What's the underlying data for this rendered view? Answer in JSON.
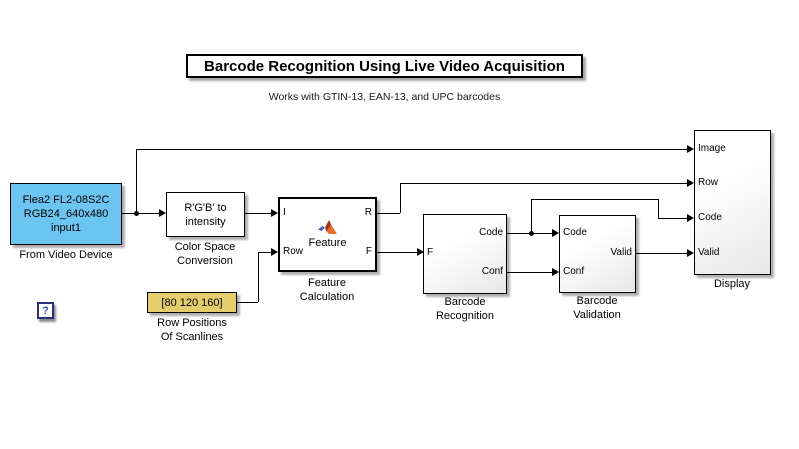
{
  "diagram": {
    "title": "Barcode Recognition Using Live Video Acquisition",
    "subtitle": "Works with GTIN-13, EAN-13, and UPC barcodes"
  },
  "colors": {
    "video_block_fill": "#6cc5f0",
    "constant_block_fill": "#e5cd6e",
    "wire": "#000000",
    "help_border": "#25317e",
    "help_text": "#3a52b4"
  },
  "blocks": {
    "from_video_device": {
      "line1": "Flea2 FL2-08S2C",
      "line2": "RGB24_640x480",
      "line3": "input1",
      "label": "From Video Device"
    },
    "color_space_conversion": {
      "line1": "R'G'B' to",
      "line2": "intensity",
      "label_line1": "Color Space",
      "label_line2": "Conversion"
    },
    "feature_calculation": {
      "icon": "matlab-logo",
      "text": "Feature",
      "ports": {
        "in1": "I",
        "in2": "Row",
        "out1": "R",
        "out2": "F"
      },
      "label_line1": "Feature",
      "label_line2": "Calculation"
    },
    "row_positions": {
      "text": "[80 120 160]",
      "label_line1": "Row Positions",
      "label_line2": "Of Scanlines"
    },
    "barcode_recognition": {
      "ports": {
        "in1": "F",
        "out1": "Code",
        "out2": "Conf"
      },
      "label_line1": "Barcode",
      "label_line2": "Recognition"
    },
    "barcode_validation": {
      "ports": {
        "in1": "Code",
        "in2": "Conf",
        "out1": "Valid"
      },
      "label_line1": "Barcode",
      "label_line2": "Validation"
    },
    "display": {
      "ports": {
        "in1": "Image",
        "in2": "Row",
        "in3": "Code",
        "in4": "Valid"
      },
      "label": "Display"
    },
    "help": {
      "text": "?"
    }
  }
}
